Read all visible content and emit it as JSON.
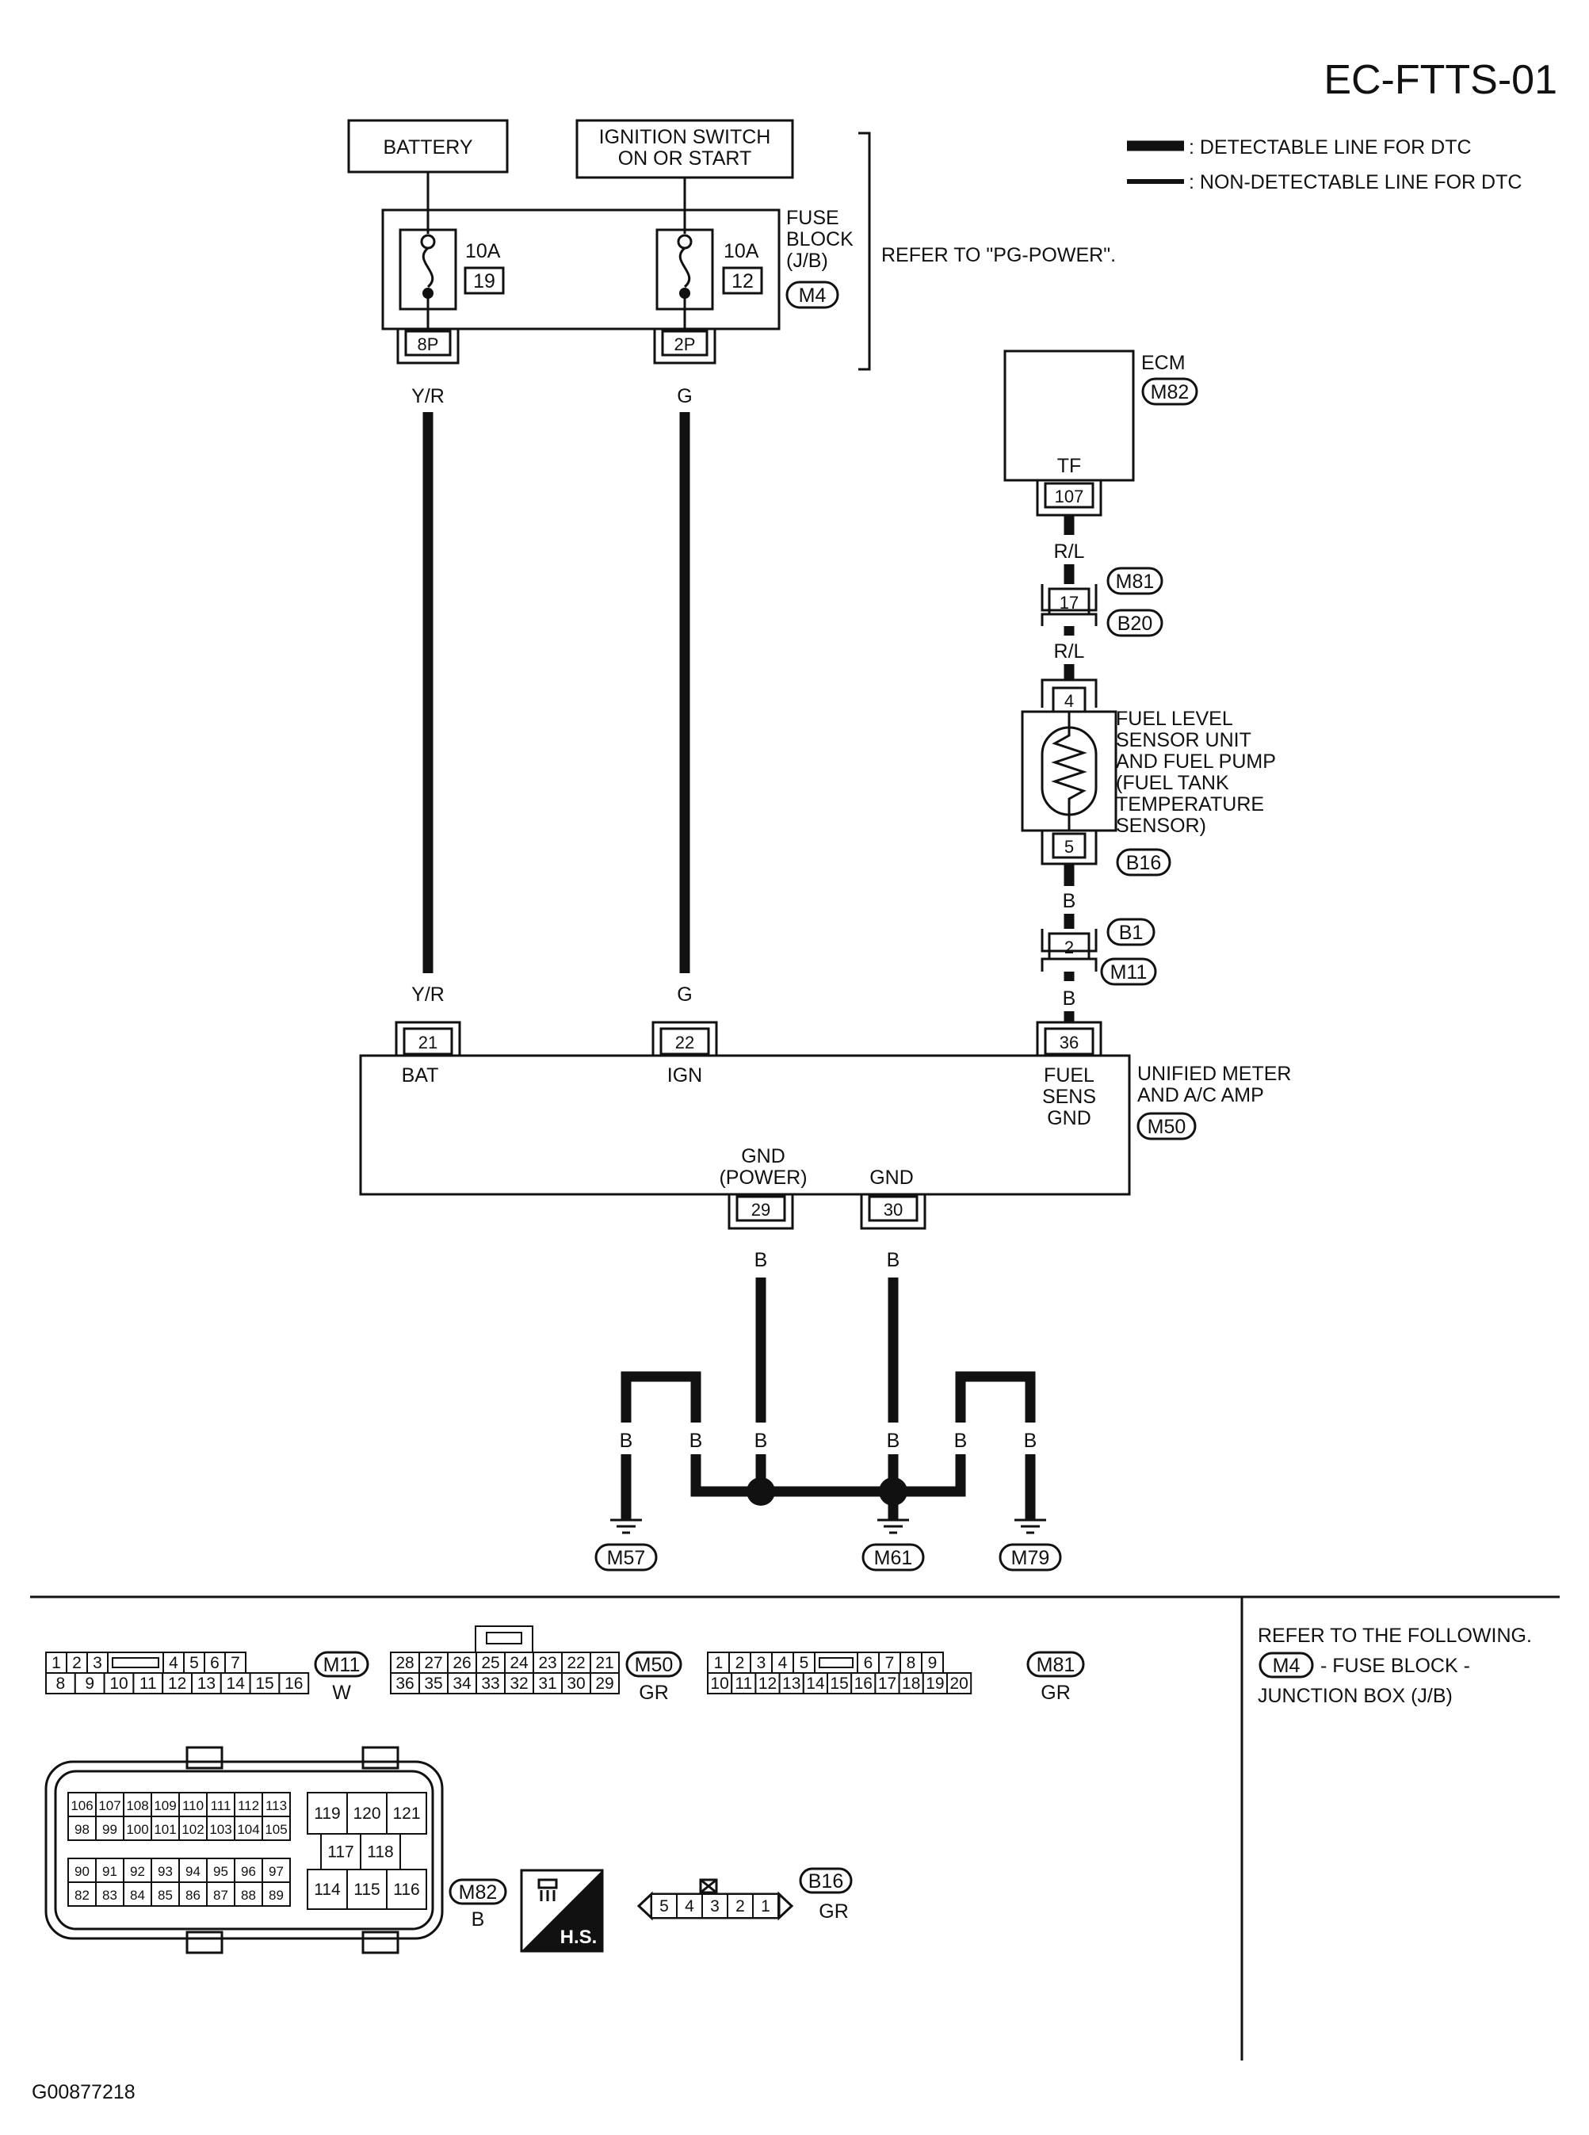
{
  "title": "EC-FTTS-01",
  "legend": {
    "detectable": ": DETECTABLE LINE FOR DTC",
    "non_detectable": ": NON-DETECTABLE LINE FOR DTC"
  },
  "top": {
    "battery": "BATTERY",
    "ignition_line1": "IGNITION SWITCH",
    "ignition_line2": "ON OR START",
    "fuse_block_lines": [
      "FUSE",
      "BLOCK",
      "(J/B)"
    ],
    "fuse_block_conn": "M4",
    "fuse_left_amp": "10A",
    "fuse_left_num": "19",
    "fuse_right_amp": "10A",
    "fuse_right_num": "12",
    "conn_8p": "8P",
    "conn_2p": "2P",
    "refer": "REFER TO \"PG-POWER\".",
    "wire_yr": "Y/R",
    "wire_g": "G"
  },
  "ecm": {
    "label": "ECM",
    "conn": "M82",
    "tf": "TF",
    "pin": "107",
    "wire_rl": "R/L",
    "joint_pin": "17",
    "joint_conn_top": "M81",
    "joint_conn_bottom": "B20"
  },
  "sensor": {
    "pin_top": "4",
    "pin_bottom": "5",
    "lines": [
      "FUEL  LEVEL",
      "SENSOR UNIT",
      "AND FUEL PUMP",
      "(FUEL TANK",
      "TEMPERATURE",
      "SENSOR)"
    ],
    "conn": "B16",
    "wire_b": "B",
    "joint_pin": "2",
    "joint_conn_top": "B1",
    "joint_conn_bottom": "M11"
  },
  "meter": {
    "pin_bat": "21",
    "pin_ign": "22",
    "pin_fuel": "36",
    "lbl_bat": "BAT",
    "lbl_ign": "IGN",
    "lbl_fuel": [
      "FUEL",
      "SENS",
      "GND"
    ],
    "name_lines": [
      "UNIFIED METER",
      "AND A/C AMP"
    ],
    "conn": "M50",
    "gnd_power_lines": [
      "GND",
      "(POWER)"
    ],
    "gnd": "GND",
    "pin_gnd_power": "29",
    "pin_gnd": "30"
  },
  "grounds": {
    "wire": "B",
    "m57": "M57",
    "m61": "M61",
    "m79": "M79"
  },
  "connectors": {
    "m11": {
      "id": "M11",
      "color": "W",
      "row1": [
        "1",
        "2",
        "3",
        "",
        "4",
        "5",
        "6",
        "7"
      ],
      "row2": [
        "8",
        "9",
        "10",
        "11",
        "12",
        "13",
        "14",
        "15",
        "16"
      ]
    },
    "m50": {
      "id": "M50",
      "color": "GR",
      "row1": [
        "28",
        "27",
        "26",
        "25",
        "24",
        "23",
        "22",
        "21"
      ],
      "row2": [
        "36",
        "35",
        "34",
        "33",
        "32",
        "31",
        "30",
        "29"
      ]
    },
    "m81": {
      "id": "M81",
      "color": "GR",
      "row1": [
        "1",
        "2",
        "3",
        "4",
        "5",
        "",
        "6",
        "7",
        "8",
        "9"
      ],
      "row2": [
        "10",
        "11",
        "12",
        "13",
        "14",
        "15",
        "16",
        "17",
        "18",
        "19",
        "20"
      ]
    },
    "m82": {
      "id": "M82",
      "color": "B",
      "left_r1": [
        "106",
        "107",
        "108",
        "109",
        "110",
        "111",
        "112",
        "113"
      ],
      "left_r2": [
        "98",
        "99",
        "100",
        "101",
        "102",
        "103",
        "104",
        "105"
      ],
      "left_r3": [
        "90",
        "91",
        "92",
        "93",
        "94",
        "95",
        "96",
        "97"
      ],
      "left_r4": [
        "82",
        "83",
        "84",
        "85",
        "86",
        "87",
        "88",
        "89"
      ],
      "right_r1": [
        "119",
        "120",
        "121"
      ],
      "right_r2": [
        "117",
        "118"
      ],
      "right_r3": [
        "114",
        "115",
        "116"
      ]
    },
    "hs": "H.S.",
    "b16": {
      "id": "B16",
      "color": "GR",
      "pins": [
        "5",
        "4",
        "3",
        "2",
        "1"
      ]
    }
  },
  "refer_box": {
    "line1": "REFER TO THE FOLLOWING.",
    "conn": "M4",
    "line2": "- FUSE BLOCK -",
    "line3": "JUNCTION BOX (J/B)"
  },
  "figure_id": "G00877218"
}
